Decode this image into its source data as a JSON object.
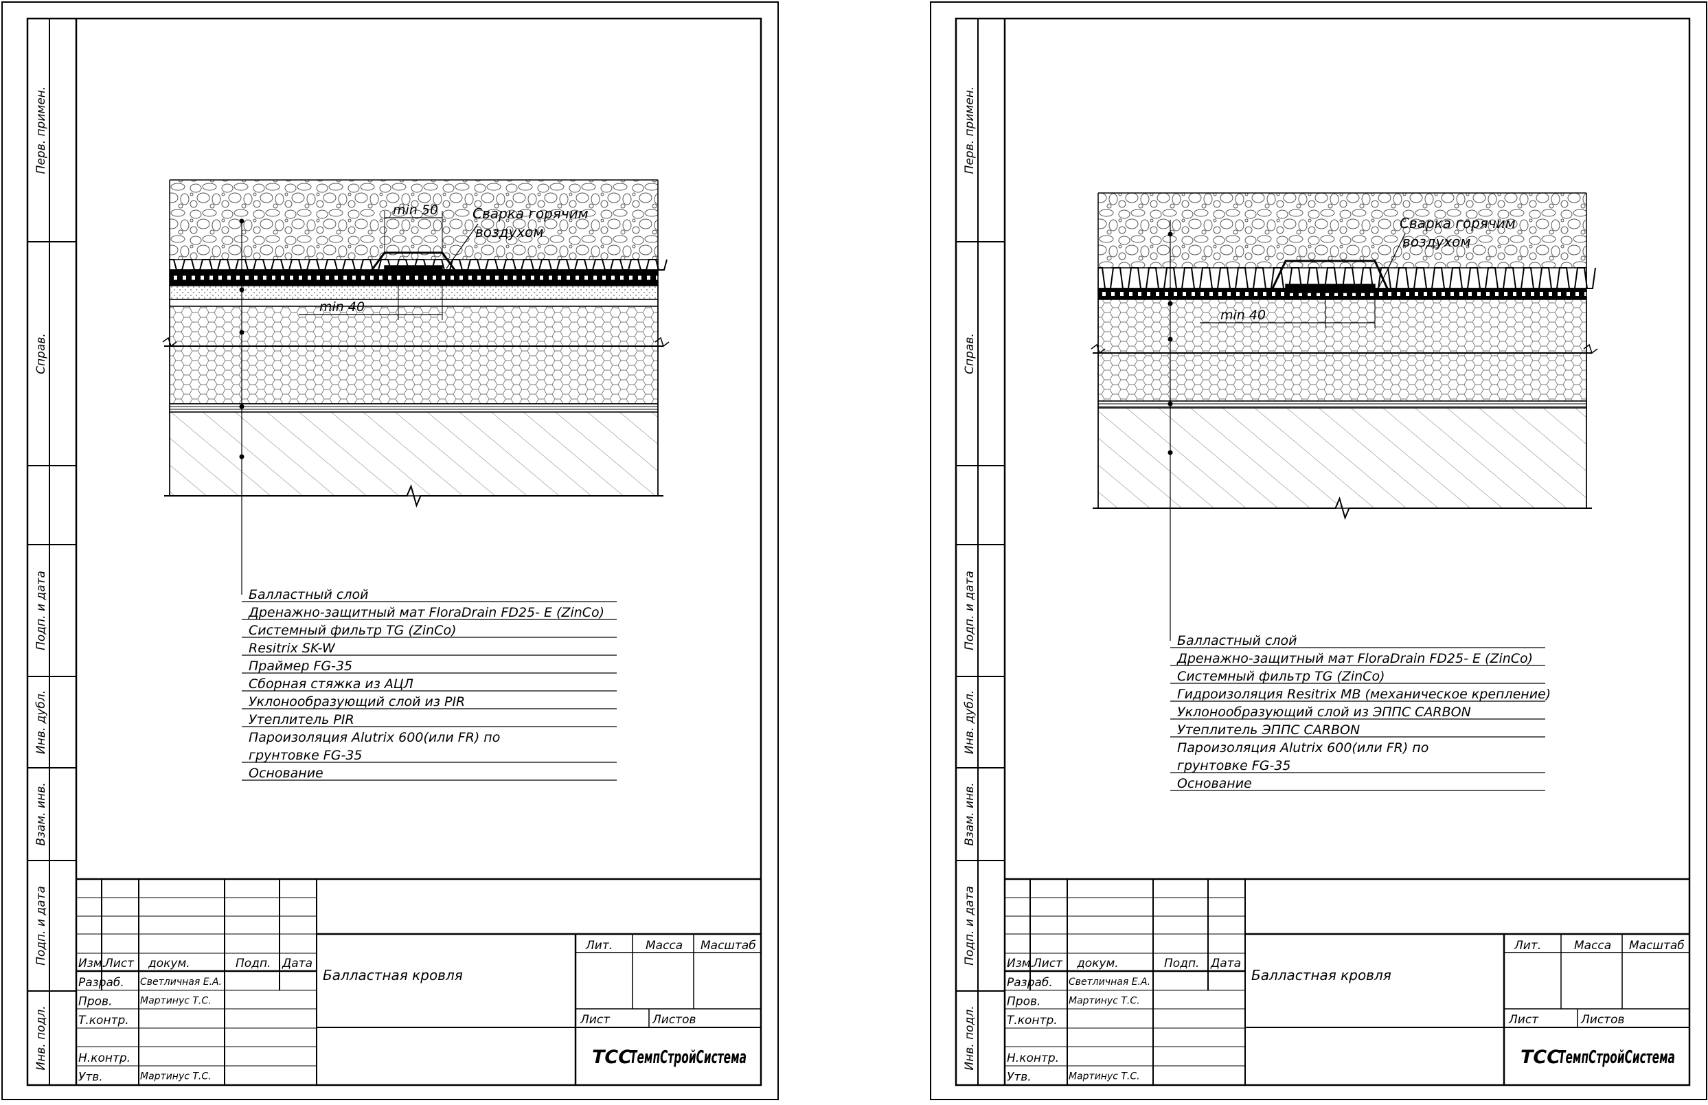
{
  "sheets": [
    {
      "id": "left",
      "side_labels": [
        "Перв. примен.",
        "Справ.",
        "Подп. и дата",
        "Инв. дубл.",
        "Взам. инв.",
        "Подп. и дата",
        "Инв. подл."
      ],
      "dimension_labels": [
        "min 50",
        "min 40"
      ],
      "welding_note": [
        "Сварка горячим",
        "воздухом"
      ],
      "legend": [
        [
          "Балластный слой"
        ],
        [
          "Дренажно-защитный мат FloraDrain FD25- E (ZinCo)"
        ],
        [
          "Системный фильтр TG (ZinCo)"
        ],
        [
          "Resitrix SK-W"
        ],
        [
          "Праймер FG-35"
        ],
        [
          "Сборная стяжка из АЦЛ"
        ],
        [
          "Уклонообразующий слой из PIR"
        ],
        [
          "Утеплитель PIR"
        ],
        [
          "Пароизоляция Alutrix 600(или FR) по",
          "грунтовке FG-35"
        ],
        [
          "Основание"
        ]
      ],
      "title_block": {
        "headers": [
          "Изм.",
          "Лист",
          "докум.",
          "Подп.",
          "Дата"
        ],
        "roles": [
          "Разраб.",
          "Пров.",
          "Т.контр.",
          "",
          "Н.контр.",
          "Утв."
        ],
        "names": [
          "Светличная Е.А.",
          "Мартинус Т.С.",
          "",
          "",
          "",
          "Мартинус Т.С."
        ],
        "title": "Балластная кровля",
        "lit": "Лит.",
        "massa": "Масса",
        "masshtab": "Масштаб",
        "list": "Лист",
        "listov": "Листов",
        "company": "ТемпСтройСистема",
        "logo": "ТСС"
      }
    },
    {
      "id": "right",
      "side_labels": [
        "Перв. примен.",
        "Справ.",
        "Подп. и дата",
        "Инв. дубл.",
        "Взам. инв.",
        "Подп. и дата",
        "Инв. подл."
      ],
      "dimension_labels": [
        "min 40"
      ],
      "welding_note": [
        "Сварка горячим",
        "воздухом"
      ],
      "legend": [
        [
          "Балластный слой"
        ],
        [
          "Дренажно-защитный мат FloraDrain FD25- E (ZinCo)"
        ],
        [
          "Системный фильтр TG (ZinCo)"
        ],
        [
          "Гидроизоляция Resitrix MB (механическое крепление)"
        ],
        [
          "Уклонообразующий слой из ЭППС CARBON"
        ],
        [
          "Утеплитель ЭППС CARBON"
        ],
        [
          "Пароизоляция Alutrix 600(или FR) по",
          "грунтовке FG-35"
        ],
        [
          "Основание"
        ]
      ],
      "title_block": {
        "headers": [
          "Изм.",
          "Лист",
          "докум.",
          "Подп.",
          "Дата"
        ],
        "roles": [
          "Разраб.",
          "Пров.",
          "Т.контр.",
          "",
          "Н.контр.",
          "Утв."
        ],
        "names": [
          "Светличная Е.А.",
          "Мартинус Т.С.",
          "",
          "",
          "",
          "Мартинус Т.С."
        ],
        "title": "Балластная кровля",
        "lit": "Лит.",
        "massa": "Масса",
        "masshtab": "Масштаб",
        "list": "Лист",
        "listov": "Листов",
        "company": "ТемпСтройСистема",
        "logo": "ТСС"
      }
    }
  ]
}
